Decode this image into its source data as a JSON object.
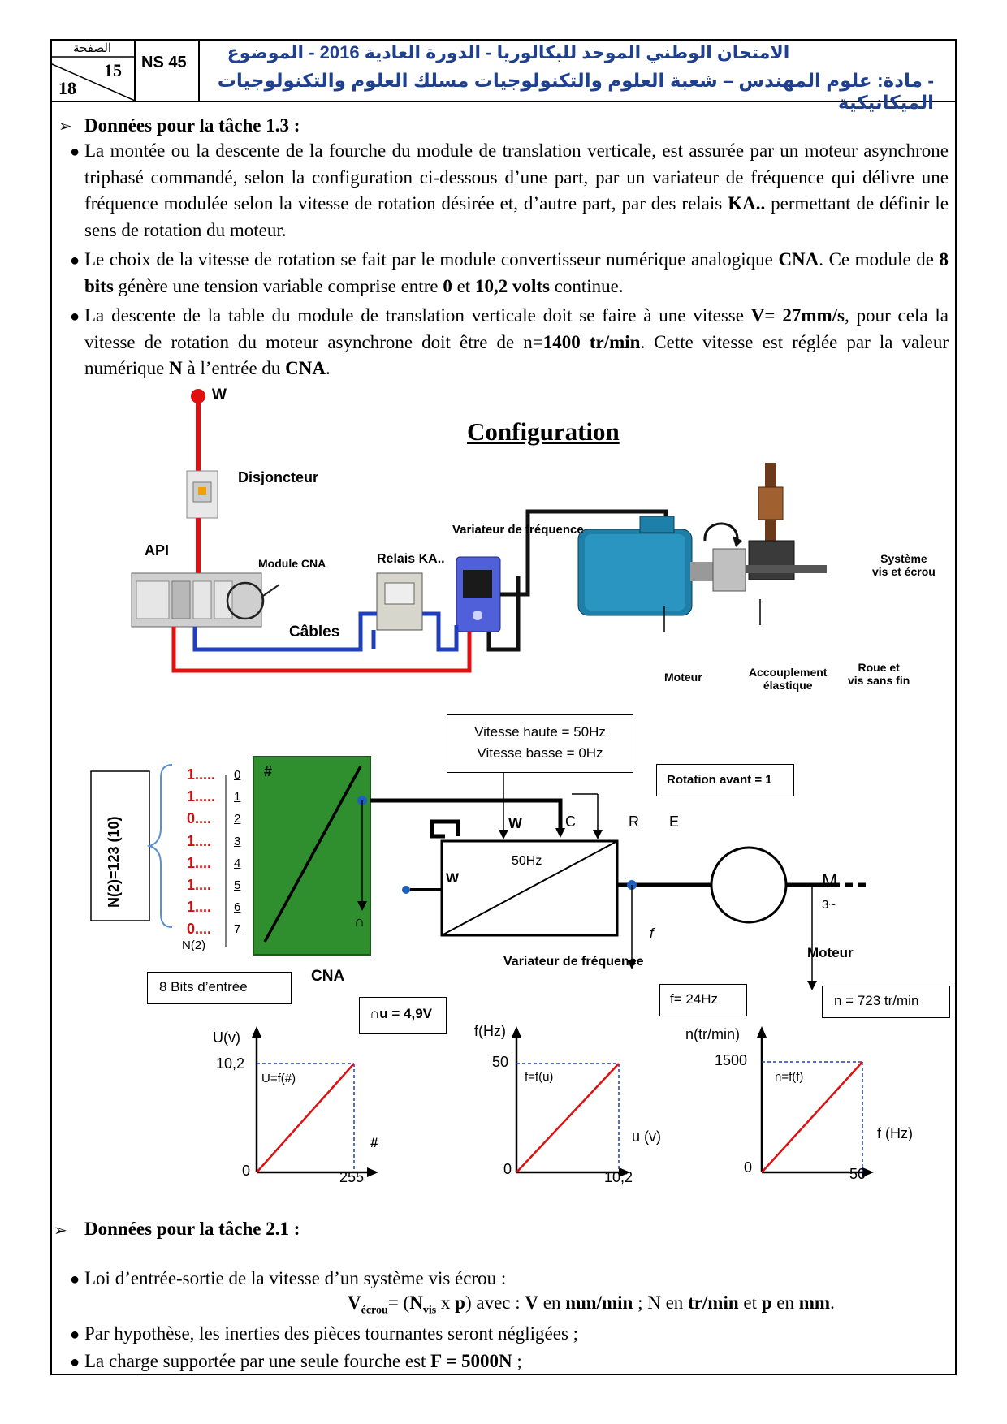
{
  "header": {
    "page_label": "الصفحة",
    "page_number": "15",
    "page_total": "18",
    "code": "NS 45",
    "title_line1": "الامتحان الوطني الموحد للبكالوريا - الدورة العادية 2016 - الموضوع",
    "title_line2": "- مادة: علوم المهندس – شعبة العلوم والتكنولوجيات مسلك العلوم والتكنولوجيات الميكانيكية"
  },
  "section1": {
    "title": "Données pour la tâche 1.3 :",
    "b1": [
      "La montée ou la descente de la fourche du module de translation verticale, est assurée par un moteur asynchrone triphasé commandé, selon la configuration ci-dessous d’une part, par un variateur de fréquence qui délivre une fréquence modulée selon la vitesse de rotation désirée et, d’autre part, par des relais ",
      "KA..",
      " permettant de définir le sens de rotation du moteur."
    ],
    "b2": [
      "Le choix de la vitesse de rotation se fait par le module convertisseur numérique analogique ",
      "CNA",
      ". Ce module de ",
      "8 bits",
      " génère une tension variable comprise entre ",
      "0",
      " et ",
      "10,2 volts",
      " continue."
    ],
    "b3": [
      "La descente de la table du module de translation verticale doit se faire à une vitesse ",
      "V= 27mm/s",
      ", pour cela la vitesse de rotation du moteur asynchrone doit être de n=",
      "1400 tr/min",
      ". Cette vitesse est réglée par la valeur numérique ",
      "N",
      " à l’entrée du ",
      "CNA",
      "."
    ]
  },
  "config": {
    "title": "Configuration",
    "w": "W",
    "disjoncteur": "Disjoncteur",
    "api": "API",
    "module_cna": "Module CNA",
    "relais": "Relais KA..",
    "variateur": "Variateur de fréquence",
    "cables": "Câbles",
    "systeme": [
      "Système",
      "vis et écrou"
    ],
    "moteur": "Moteur",
    "accouplement": [
      "Accouplement",
      "élastique"
    ],
    "roue": [
      "Roue et",
      "vis sans fin"
    ]
  },
  "schema": {
    "n_label": "N(2)=123 (10)",
    "bits": [
      "1.....",
      "1.....",
      "0....",
      "1....",
      "1....",
      "1....",
      "1....",
      "0...."
    ],
    "bit_index": [
      "0",
      "1",
      "2",
      "3",
      "4",
      "5",
      "6",
      "7"
    ],
    "n2": "N(2)",
    "hash": "#",
    "cap": "∩",
    "bits_entree": "8 Bits d’entrée",
    "cna": "CNA",
    "u_value": "∩u = 4,9V",
    "vitesse_haute": "Vitesse haute = 50Hz",
    "vitesse_basse": "Vitesse basse = 0Hz",
    "rotation": "Rotation avant = 1",
    "pins": [
      "W",
      "C",
      "R",
      "E"
    ],
    "w_in": "W",
    "freq": "50Hz",
    "variateur": "Variateur de fréquence",
    "f_out": "f= 24Hz",
    "motor_m": "M",
    "motor_3": "3~",
    "moteur": "Moteur",
    "n_out": "n = 723 tr/min"
  },
  "graphs": [
    {
      "y_label": "U(v)",
      "y_max": "10,2",
      "x_max": "255",
      "x_label": "#",
      "origin": "0",
      "func": "U=f(#)"
    },
    {
      "y_label": "f(Hz)",
      "y_max": "50",
      "x_max": "10,2",
      "x_label": "u (v)",
      "origin": "0",
      "func": "f=f(u)"
    },
    {
      "y_label": "n(tr/min)",
      "y_max": "1500",
      "x_max": "50",
      "x_label": "f (Hz)",
      "origin": "0",
      "func": "n=f(f)"
    }
  ],
  "section2": {
    "title": "Données pour la tâche 2.1 :",
    "b1": "Loi d’entrée-sortie de la vitesse d’un système vis écrou :",
    "formula": {
      "v": "V",
      "v_sub": "écrou",
      "eq": "= (",
      "n": "N",
      "n_sub": "vis",
      "x": " x ",
      "p": "p",
      "close": ") avec : ",
      "v2": "V",
      "en1": " en ",
      "u1": "mm/min",
      "sep": " ; N en ",
      "u2": "tr/min",
      "et": " et ",
      "p2": "p",
      "en2": " en ",
      "u3": "mm",
      "end": "."
    },
    "b2": "Par hypothèse, les inerties des pièces tournantes seront négligées ;",
    "b3": [
      "La charge supportée par une seule fourche est ",
      "F = 5000N",
      " ;"
    ]
  }
}
